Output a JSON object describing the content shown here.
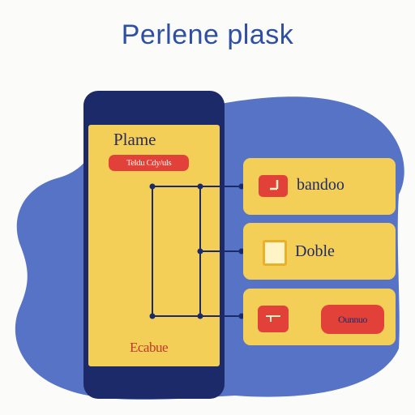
{
  "header": {
    "title": "Perlene plask"
  },
  "phone": {
    "label": "Plame",
    "pill_label": "Teldu Cdy/uls",
    "footer_label": "Ecabue"
  },
  "cards": [
    {
      "icon": "music-note-icon",
      "label": "bandoo"
    },
    {
      "icon": "document-icon",
      "label": "Doble"
    },
    {
      "icon": "payment-card-icon",
      "pill_label": "Ounnuo"
    }
  ],
  "colors": {
    "title": "#2f4fa3",
    "background_blob": "#5673c6",
    "phone_frame": "#1d2a6a",
    "phone_screen": "#f4cf57",
    "card": "#f4cf57",
    "accent_red": "#e2413a",
    "connector": "#1d2a6a"
  }
}
